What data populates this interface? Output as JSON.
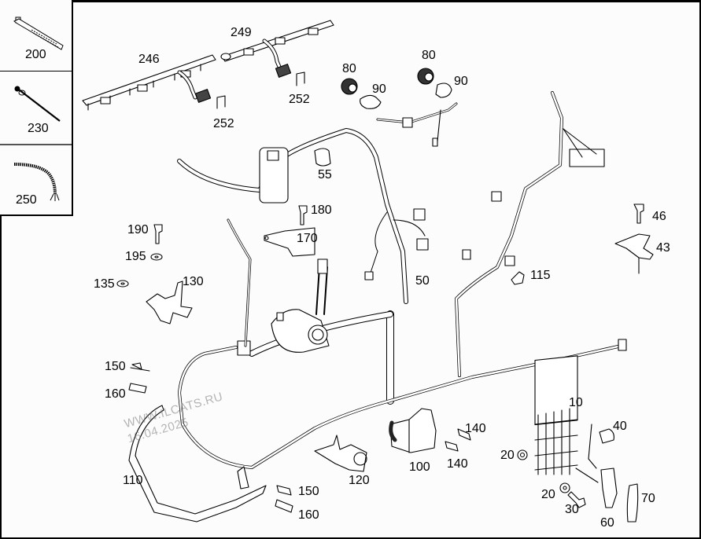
{
  "diagram": {
    "title": "Engine wiring harness parts diagram",
    "watermark": {
      "line1": "WWW.ILCATS.RU",
      "line2": "16.04.2025"
    },
    "sidebar_items": [
      {
        "number": "200",
        "icon": "cable-tie-icon"
      },
      {
        "number": "230",
        "icon": "cable-tie-clip-icon"
      },
      {
        "number": "250",
        "icon": "braided-sleeve-icon"
      }
    ],
    "callouts": {
      "c246": "246",
      "c249": "249",
      "c252a": "252",
      "c252b": "252",
      "c80a": "80",
      "c90a": "90",
      "c80b": "80",
      "c90b": "90",
      "c55": "55",
      "c180": "180",
      "c170": "170",
      "c190": "190",
      "c195": "195",
      "c135": "135",
      "c130": "130",
      "c50": "50",
      "c46": "46",
      "c43": "43",
      "c115": "115",
      "c150a": "150",
      "c160a": "160",
      "c110": "110",
      "c120": "120",
      "c100": "100",
      "c140a": "140",
      "c140b": "140",
      "c150b": "150",
      "c160b": "160",
      "c10": "10",
      "c40": "40",
      "c20a": "20",
      "c20b": "20",
      "c30": "30",
      "c60": "60",
      "c70": "70"
    }
  }
}
